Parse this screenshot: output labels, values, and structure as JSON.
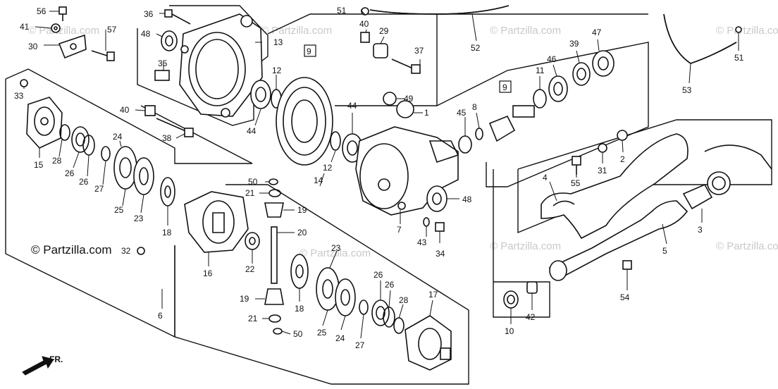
{
  "diagram": {
    "credit": "© Partzilla.com",
    "watermark": "© Partzilla.com",
    "front_marker": "FR.",
    "callouts": [
      "1",
      "2",
      "3",
      "4",
      "5",
      "6",
      "7",
      "8",
      "9",
      "10",
      "11",
      "12",
      "13",
      "14",
      "15",
      "16",
      "17",
      "18",
      "19",
      "20",
      "21",
      "22",
      "23",
      "24",
      "25",
      "26",
      "27",
      "28",
      "29",
      "30",
      "31",
      "32",
      "33",
      "34",
      "35",
      "36",
      "37",
      "38",
      "39",
      "40",
      "41",
      "42",
      "43",
      "44",
      "45",
      "46",
      "47",
      "48",
      "49",
      "50",
      "51",
      "52",
      "53",
      "54",
      "55",
      "56",
      "57"
    ]
  }
}
